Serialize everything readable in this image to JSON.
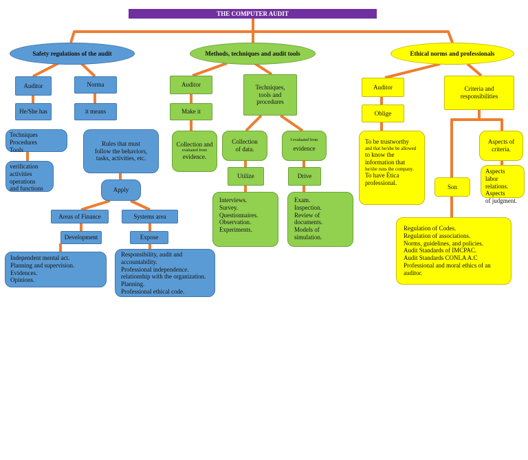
{
  "title": "THE COMPUTER AUDIT",
  "colors": {
    "title": "#7030a0",
    "connector": "#ed7d31",
    "blue": "#5b9bd5",
    "green": "#92d050",
    "yellow": "#ffff00"
  },
  "safety": {
    "header": "Safety regulations of the audit",
    "auditor": "Auditor",
    "she_has": "He/She has",
    "tools": "Techniques\nProcedures\nTools",
    "verification": "verification\nactivities\noperations\nand functions",
    "norma": "Norma",
    "it_means": "it means",
    "rules": "Rules that must\nfollow the behaviors,\ntasks, activities, etc.",
    "apply": "Apply",
    "finance": "Areas of Finance",
    "development": "Development",
    "finance_list": "Independent mental act.\nPlanning and supervision.\nEvidences.\nOpinions.",
    "systems": "Systems area",
    "expose": "Expose",
    "systems_list": "Responsibility, audit and\naccountability.\nProfessional independence.\nrelationship with the organization.\nPlanning.\nProfessional ethical code."
  },
  "methods": {
    "header": "Methods, techniques and audit tools",
    "auditor": "Auditor",
    "make_it": "Make it",
    "collection_evaluated": "Collection and",
    "evaluated_from": "evaluated from",
    "evidence_dot": "evidence.",
    "techniques": "Techniques,\ntools and\nprocedures",
    "collection_data": "Collection\nof data.",
    "utilize": "Utilize",
    "utilize_list": "Interviews.\nSurvey.\nQuestionnaires.\nObservation.\nExperiments.",
    "i_evaluated": "I evaluated from",
    "evidence": "evidence",
    "drive": "Drive",
    "drive_list": "Exam.\nInspection.\nReview of\ndocuments.\nModels of\nsimulation."
  },
  "ethical": {
    "header": "Ethical norms and professionals",
    "auditor": "Auditor",
    "oblige": "Oblige",
    "oblige_line1": "To be trustworthy",
    "oblige_line2": "and that he/she be allowed",
    "oblige_line3": "to know the\ninformation that",
    "oblige_line4": "he/she runs the company.",
    "oblige_line5": "To have Ética\nprofessional.",
    "criteria": "Criteria and\nresponsibilities",
    "aspects_criteria": "Aspects of\ncriteria.",
    "aspects_labor": "Aspects\nlabor relations.\nAspects\nof judgment.",
    "son": "Son",
    "son_list": "Regulation of Codes.\nRegulation of associations.\nNorms, guidelines, and policies.\nAudit Standards of IMCPAC.\nAudit Standards CONLA A.C\nProfessional and moral ethics of an auditor."
  }
}
